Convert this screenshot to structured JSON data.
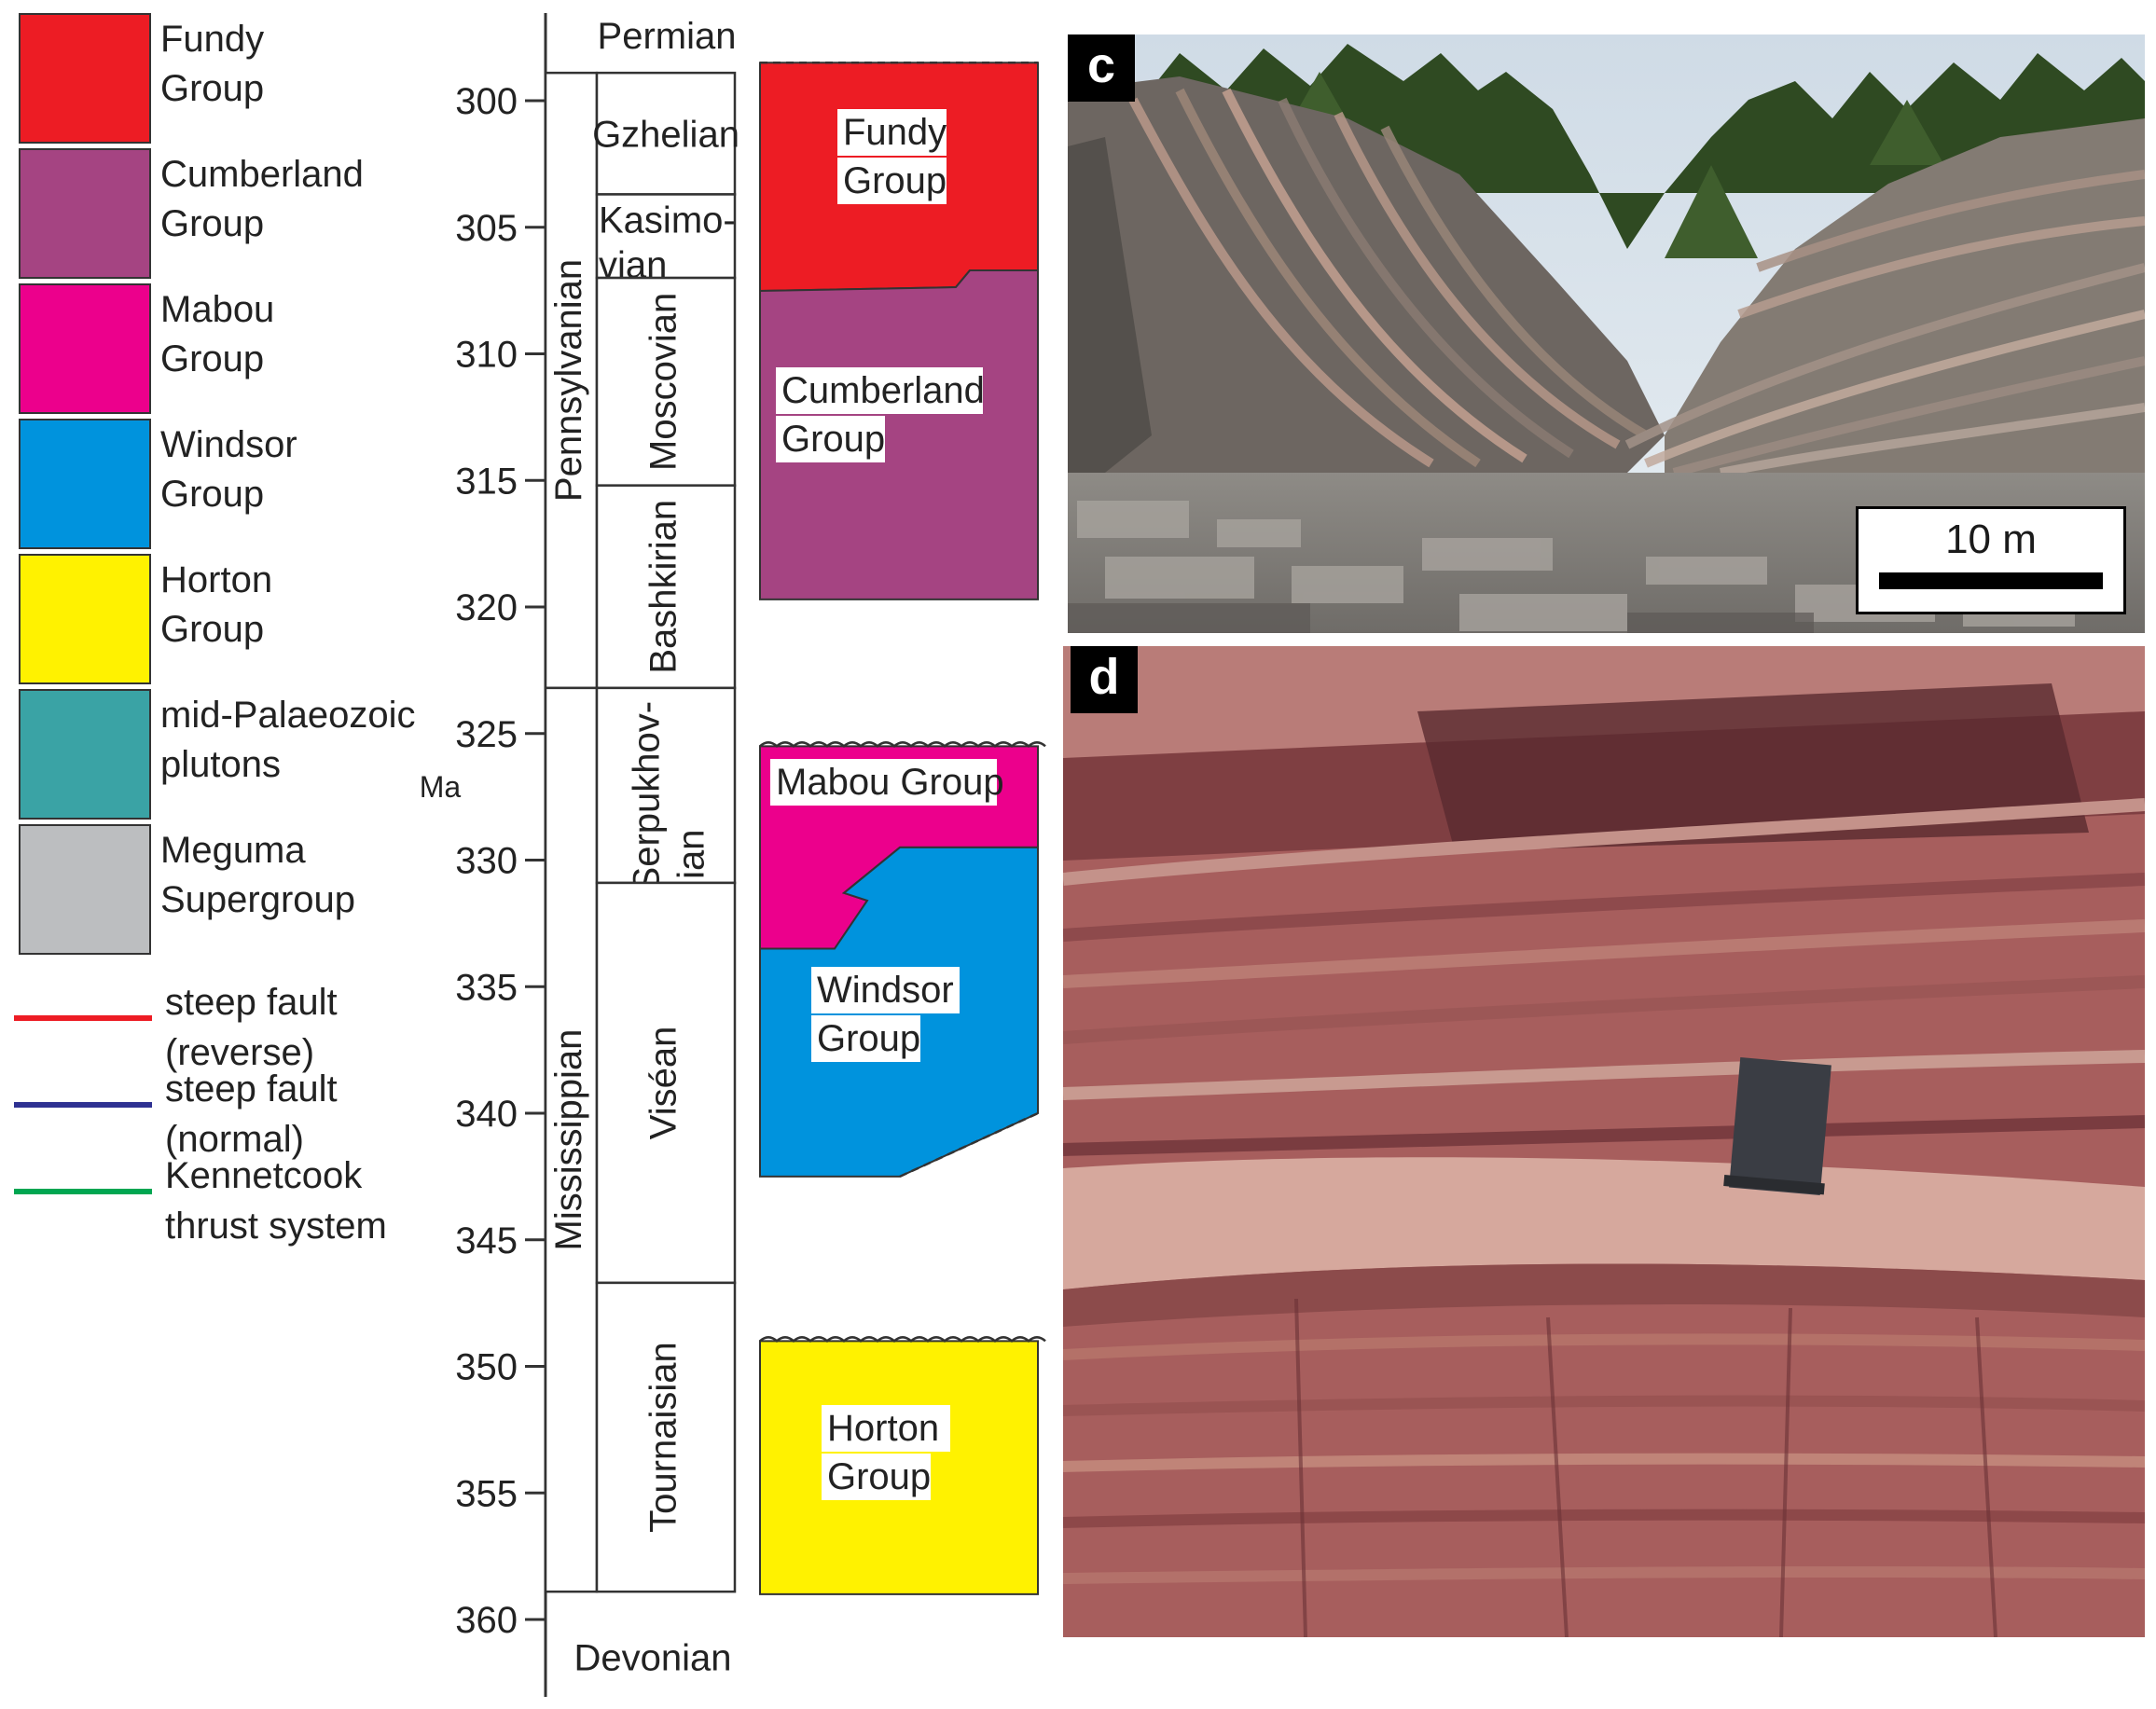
{
  "legend": {
    "items": [
      {
        "swatch": "#ed1c24",
        "line1": "Fundy",
        "line2": "Group"
      },
      {
        "swatch": "#a54482",
        "line1": "Cumberland",
        "line2": "Group"
      },
      {
        "swatch": "#ec008c",
        "line1": "Mabou",
        "line2": "Group"
      },
      {
        "swatch": "#0093dd",
        "line1": "Windsor",
        "line2": "Group"
      },
      {
        "swatch": "#fff200",
        "line1": "Horton",
        "line2": "Group"
      },
      {
        "swatch": "#3aa3a5",
        "line1": "mid-Palaeozoic",
        "line2": "plutons"
      },
      {
        "swatch": "#bcbec0",
        "line1": "Meguma",
        "line2": "Supergroup"
      }
    ],
    "lines": [
      {
        "color": "#ed1c24",
        "line1": "steep fault",
        "line2": "(reverse)"
      },
      {
        "color": "#2e3192",
        "line1": "steep fault",
        "line2": "(normal)"
      },
      {
        "color": "#00a651",
        "line1": "Kennetcook",
        "line2": "thrust system"
      }
    ]
  },
  "chart_data": {
    "type": "stratigraphic-column",
    "axis": {
      "unit": "Ma",
      "range": [
        297.5,
        363
      ],
      "ticks": [
        300,
        305,
        310,
        315,
        320,
        325,
        330,
        335,
        340,
        345,
        350,
        355,
        360
      ],
      "tick_labels": [
        "300",
        "305",
        "310",
        "315",
        "320",
        "325",
        "330",
        "335",
        "340",
        "345",
        "350",
        "355",
        "360"
      ]
    },
    "periods_outside": [
      {
        "name": "Permian",
        "position": "above"
      },
      {
        "name": "Devonian",
        "position": "below"
      }
    ],
    "subperiods": [
      {
        "name": "Pennsylvanian",
        "from": 298.9,
        "to": 323.2
      },
      {
        "name": "Mississippian",
        "from": 323.2,
        "to": 358.9
      }
    ],
    "stages": [
      {
        "name": "Gzhelian",
        "from": 298.9,
        "to": 303.7
      },
      {
        "name": "Kasimovian",
        "line1": "Kasimo-",
        "line2": "vian",
        "from": 303.7,
        "to": 307.0
      },
      {
        "name": "Moscovian",
        "from": 307.0,
        "to": 315.2
      },
      {
        "name": "Bashkirian",
        "from": 315.2,
        "to": 323.2
      },
      {
        "name": "Serpukhovian",
        "line1": "Serpukhov-",
        "line2": "ian",
        "from": 323.2,
        "to": 330.9
      },
      {
        "name": "Visean",
        "label": "Viséan",
        "from": 330.9,
        "to": 346.7
      },
      {
        "name": "Tournaisian",
        "from": 346.7,
        "to": 358.9
      }
    ],
    "groups": [
      {
        "name": "Fundy Group",
        "line1": "Fundy",
        "line2": "Group",
        "color": "#ed1c24",
        "from": 298.5,
        "to": 307.0
      },
      {
        "name": "Cumberland Group",
        "line1": "Cumberland",
        "line2": "Group",
        "color": "#a54482",
        "from": 307.0,
        "to": 319.7
      },
      {
        "name": "Mabou Group",
        "line1": "Mabou Group",
        "color": "#ec008c",
        "from": 325.5,
        "to": 333.5
      },
      {
        "name": "Windsor Group",
        "line1": "Windsor",
        "line2": "Group",
        "color": "#0093dd",
        "from": 329.5,
        "to": 342.5
      },
      {
        "name": "Horton Group",
        "line1": "Horton",
        "line2": "Group",
        "color": "#fff200",
        "from": 349.0,
        "to": 359.0
      }
    ]
  },
  "photos": {
    "c": {
      "label": "c",
      "scale_label": "10 m"
    },
    "d": {
      "label": "d"
    }
  }
}
